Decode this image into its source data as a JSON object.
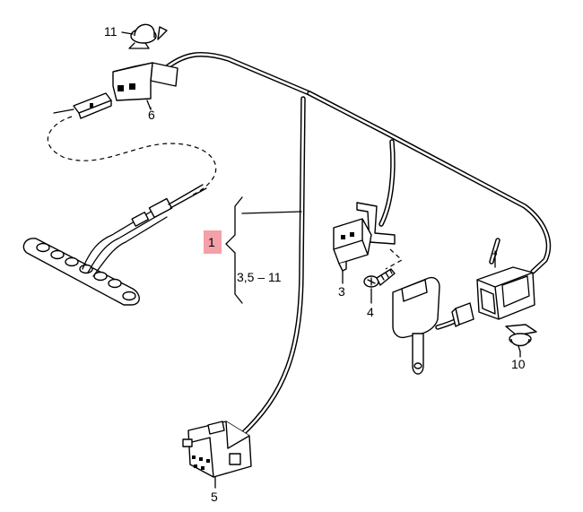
{
  "colors": {
    "line": "#000000",
    "background": "#ffffff",
    "highlight": "#f4a0a8"
  },
  "callouts": [
    {
      "id": "1",
      "text": "1"
    },
    {
      "id": "3",
      "text": "3"
    },
    {
      "id": "4",
      "text": "4"
    },
    {
      "id": "5",
      "text": "5"
    },
    {
      "id": "6",
      "text": "6"
    },
    {
      "id": "7",
      "text": "7"
    },
    {
      "id": "10",
      "text": "10"
    },
    {
      "id": "11",
      "text": "11"
    }
  ],
  "range_label": "3,5 – 11"
}
